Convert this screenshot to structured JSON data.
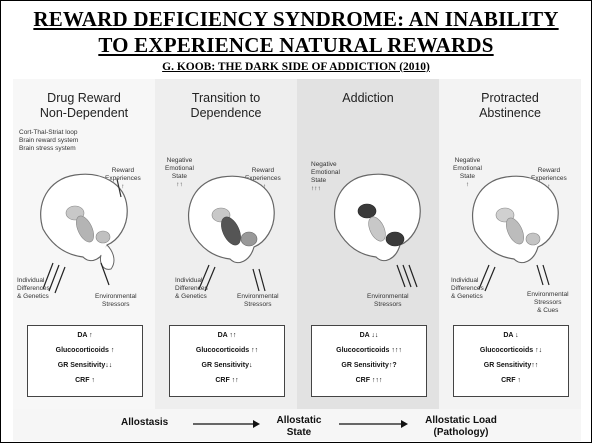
{
  "title": {
    "line1": "REWARD DEFICIENCY SYNDROME: AN INABILITY",
    "line2": "TO EXPERIENCE NATURAL REWARDS",
    "citation": "G. KOOB: THE DARK SIDE OF ADDICTION (2010)"
  },
  "panels": [
    {
      "heading": [
        "Drug Reward",
        "Non-Dependent"
      ],
      "systems": [
        "Cort-Thal-Striat loop",
        "Brain reward system",
        "Brain stress system"
      ],
      "left_label": [],
      "right_label": [
        "Reward",
        "Experiences",
        "↑"
      ],
      "bottom_left": [
        "Individual",
        "Differences",
        "& Genetics"
      ],
      "bottom_right": [
        "Environmental",
        "Stressors"
      ],
      "stats": [
        "DA ↑",
        "Glucocorticoids ↑",
        "GR Sensitivity↓↓",
        "CRF ↑"
      ]
    },
    {
      "heading": [
        "Transition to",
        "Dependence"
      ],
      "systems": [],
      "left_label": [
        "Negative",
        "Emotional",
        "State",
        "↑↑"
      ],
      "right_label": [
        "Reward",
        "Experiences",
        "↑↑"
      ],
      "bottom_left": [
        "Individual",
        "Differences",
        "& Genetics"
      ],
      "bottom_right": [
        "Environmental",
        "Stressors"
      ],
      "stats": [
        "DA ↑↑",
        "Glucocorticoids ↑↑",
        "GR Sensitivity↓",
        "CRF ↑↑"
      ]
    },
    {
      "heading": [
        "Addiction",
        ""
      ],
      "systems": [],
      "left_label": [
        "Negative",
        "Emotional",
        "State",
        "↑↑↑"
      ],
      "right_label": [],
      "bottom_left": [],
      "bottom_right": [
        "Environmental",
        "Stressors"
      ],
      "stats": [
        "DA ↓↓",
        "Glucocorticoids ↑↑↑",
        "GR Sensitivity↑?",
        "CRF ↑↑↑"
      ]
    },
    {
      "heading": [
        "Protracted",
        "Abstinence"
      ],
      "systems": [],
      "left_label": [
        "Negative",
        "Emotional",
        "State",
        "↑"
      ],
      "right_label": [
        "Reward",
        "Experiences",
        "↑"
      ],
      "bottom_left": [
        "Individual",
        "Differences",
        "& Genetics"
      ],
      "bottom_right": [
        "Environmental",
        "Stressors",
        "& Cues"
      ],
      "stats": [
        "DA ↓",
        "Glucocorticoids ↑↓",
        "GR Sensitivity↑↑",
        "CRF ↑"
      ]
    }
  ],
  "flow": {
    "stage1": "Allostasis",
    "stage2": [
      "Allostatic",
      "State"
    ],
    "stage3": [
      "Allostatic Load",
      "(Pathology)"
    ]
  },
  "colors": {
    "region_light": "#c8c8c8",
    "region_mid": "#8a8a8a",
    "region_dark": "#3a3a3a"
  }
}
